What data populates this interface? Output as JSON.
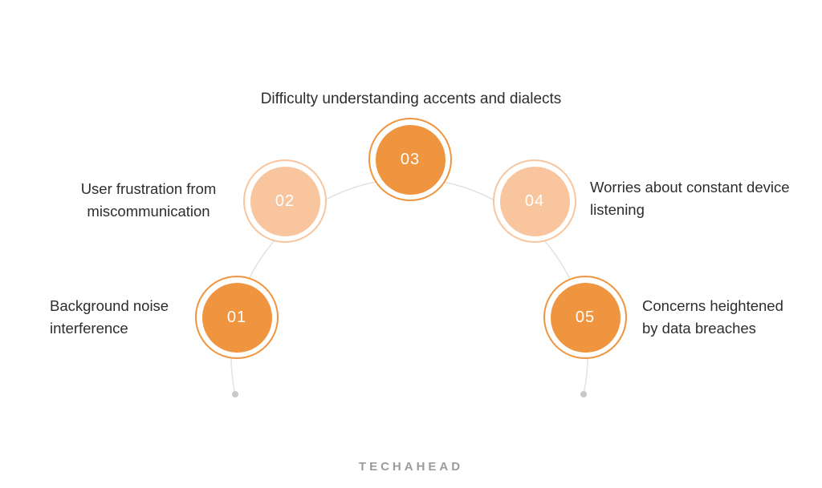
{
  "items": [
    {
      "number": "01",
      "label": "Background noise\ninterference"
    },
    {
      "number": "02",
      "label": "User frustration from\nmiscommunication"
    },
    {
      "number": "03",
      "label": "Difficulty understanding accents and dialects"
    },
    {
      "number": "04",
      "label": "Worries about constant device\nlistening"
    },
    {
      "number": "05",
      "label": "Concerns heightened\nby data breaches"
    }
  ],
  "brand": "TECHAHEAD",
  "colors": {
    "circle_dark": "#F0953F",
    "circle_light": "#F8C59E",
    "arc_line": "#E2E2E2",
    "end_dot": "#C8C8C8",
    "text": "#2D2D2D",
    "brand_text": "#9B9B9B"
  }
}
